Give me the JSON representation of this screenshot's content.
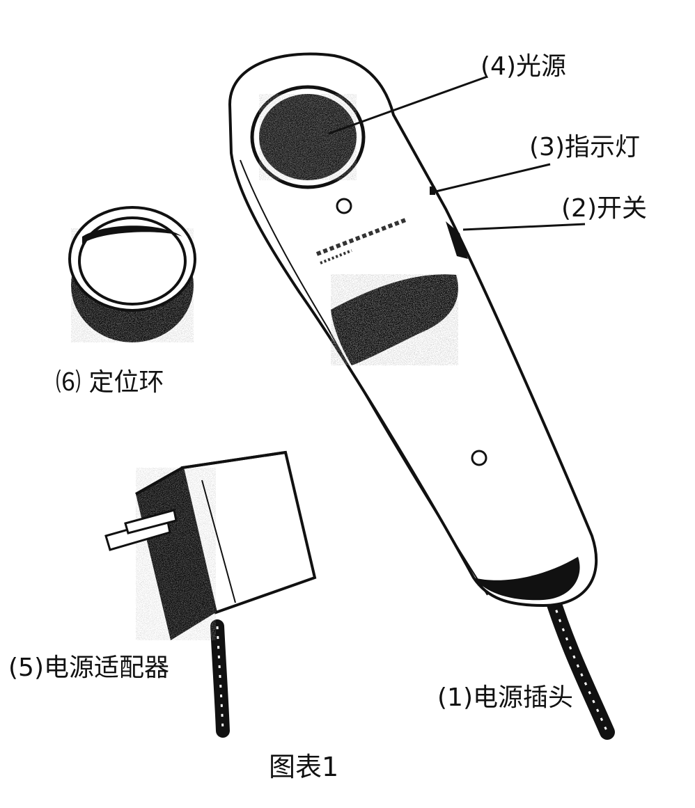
{
  "figure": {
    "caption": "图表1",
    "labels": {
      "power_plug": "(1)电源插头",
      "switch": "(2)开关",
      "indicator_light": "(3)指示灯",
      "light_source": "(4)光源",
      "power_adapter": "(5)电源适配器",
      "positioning_ring": "⑹ 定位环"
    },
    "colors": {
      "ink": "#111111",
      "background": "#ffffff"
    }
  }
}
